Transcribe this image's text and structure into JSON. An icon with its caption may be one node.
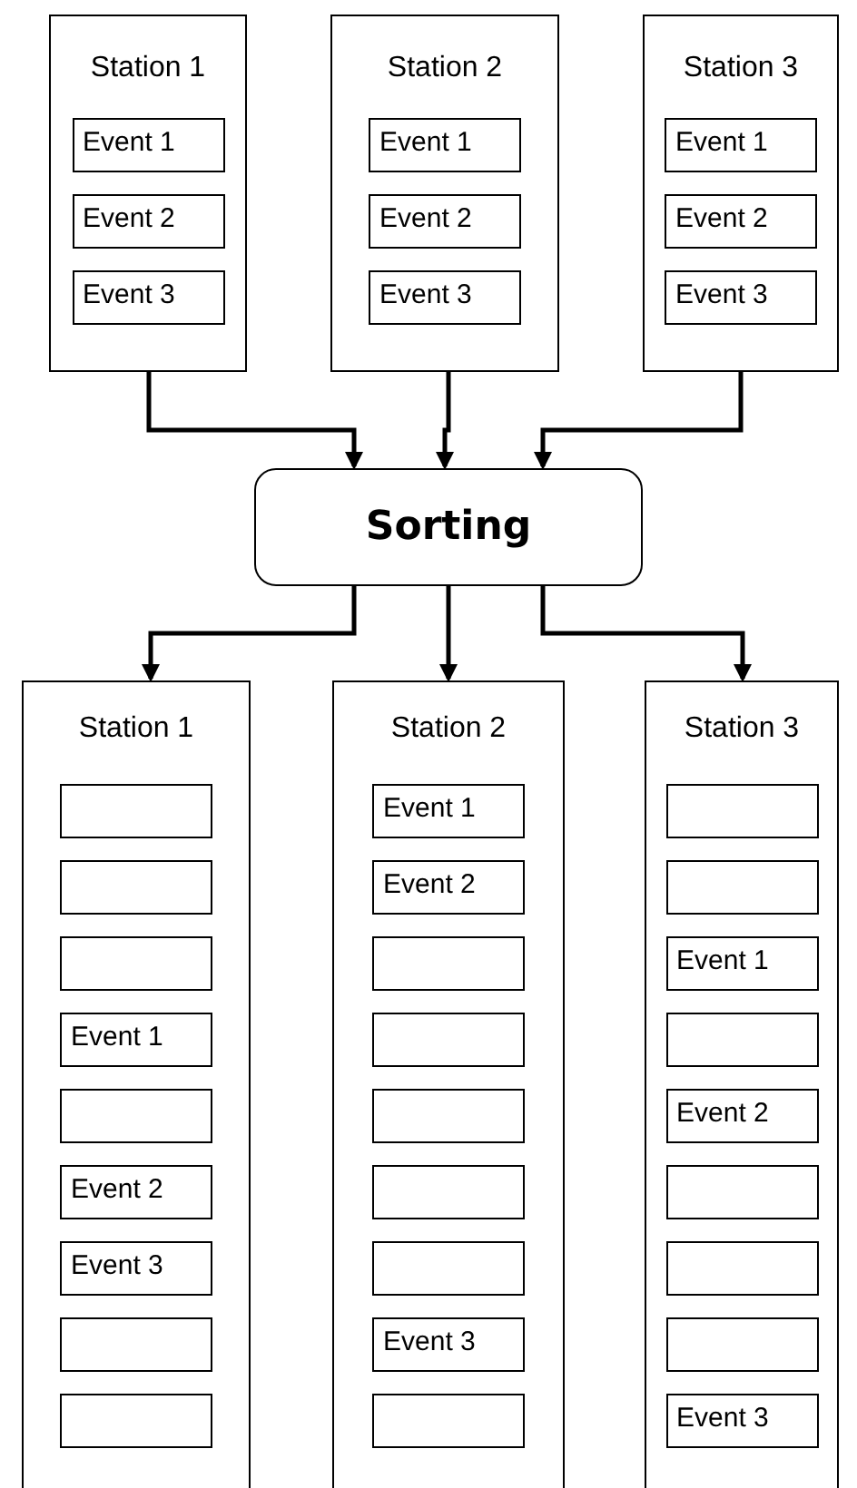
{
  "diagram": {
    "nodes": [
      {
        "text": [
          "Station 1"
        ]
      },
      {
        "text": [
          "Event 1"
        ],
        "in": 0
      },
      {
        "text": [
          "Event 2"
        ],
        "in": 0
      },
      {
        "text": [
          "Event 3"
        ],
        "in": 0
      },
      {
        "text": [
          "Station 2"
        ]
      },
      {
        "text": [
          "Event 1"
        ],
        "in": 4
      },
      {
        "text": [
          "Event 2"
        ],
        "in": 4
      },
      {
        "text": [
          "Event 3"
        ],
        "in": 4
      },
      {
        "text": [
          "Station 3"
        ]
      },
      {
        "text": [
          "Event 1"
        ],
        "in": 8
      },
      {
        "text": [
          "Event 2"
        ],
        "in": 8
      },
      {
        "text": [
          "Event 3"
        ],
        "in": 8
      },
      {
        "text": [
          "Sorting"
        ]
      },
      {
        "text": [
          "Station 1"
        ]
      },
      {
        "text": [],
        "shape": "box",
        "in": 13
      },
      {
        "text": [],
        "shape": "box",
        "in": 13
      },
      {
        "text": [],
        "shape": "box",
        "in": 13
      },
      {
        "text": [
          "Event 1"
        ],
        "in": 13
      },
      {
        "text": [],
        "shape": "box",
        "in": 13
      },
      {
        "text": [
          "Event 2"
        ],
        "in": 13
      },
      {
        "text": [
          "Event 3"
        ],
        "in": 13
      },
      {
        "text": [],
        "shape": "box",
        "in": 13
      },
      {
        "text": [],
        "shape": "box",
        "in": 13
      },
      {
        "text": [
          "Station 2"
        ]
      },
      {
        "text": [
          "Event 1"
        ],
        "in": 23
      },
      {
        "text": [
          "Event 2"
        ],
        "in": 23
      },
      {
        "text": [],
        "shape": "box",
        "in": 23
      },
      {
        "text": [],
        "shape": "box",
        "in": 23
      },
      {
        "text": [],
        "shape": "box",
        "in": 23
      },
      {
        "text": [],
        "shape": "box",
        "in": 23
      },
      {
        "text": [],
        "shape": "box",
        "in": 23
      },
      {
        "text": [
          "Event 3"
        ],
        "in": 23
      },
      {
        "text": [],
        "shape": "box",
        "in": 23
      },
      {
        "text": [
          "Station 3"
        ]
      },
      {
        "text": [],
        "shape": "box",
        "in": 33
      },
      {
        "text": [],
        "shape": "box",
        "in": 33
      },
      {
        "text": [
          "Event 1"
        ],
        "in": 33
      },
      {
        "text": [],
        "shape": "box",
        "in": 33
      },
      {
        "text": [
          "Event 2"
        ],
        "in": 33
      },
      {
        "text": [],
        "shape": "box",
        "in": 33
      },
      {
        "text": [],
        "shape": "box",
        "in": 33
      },
      {
        "text": [],
        "shape": "box",
        "in": 33
      },
      {
        "text": [
          "Event 3"
        ],
        "in": 33
      }
    ],
    "edges": [
      {
        "from": 0,
        "to": 12,
        "arrow": "to"
      },
      {
        "from": 4,
        "to": 12,
        "arrow": "to"
      },
      {
        "from": 8,
        "to": 12,
        "arrow": "to"
      },
      {
        "from": 12,
        "to": 13,
        "arrow": "to"
      },
      {
        "from": 12,
        "to": 23,
        "arrow": "to"
      },
      {
        "from": 12,
        "to": 33,
        "arrow": "to"
      }
    ]
  }
}
